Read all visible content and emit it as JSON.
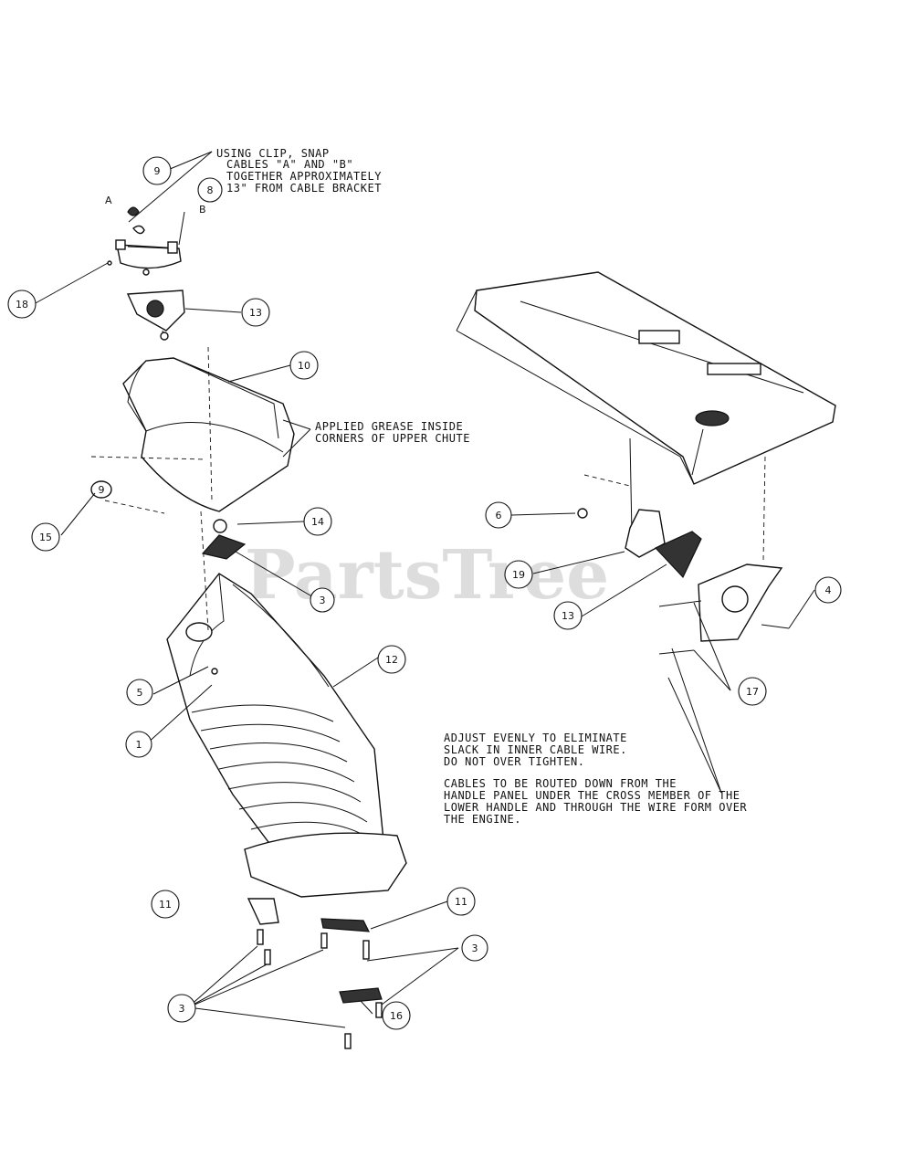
{
  "watermark": "PartsTree",
  "notes": {
    "cable_clip": [
      "USING CLIP, SNAP",
      "CABLES \"A\" AND \"B\"",
      "TOGETHER APPROXIMATELY",
      "13\" FROM CABLE BRACKET"
    ],
    "grease": [
      "APPLIED GREASE INSIDE",
      "CORNERS OF UPPER CHUTE"
    ],
    "adjust": [
      "ADJUST EVENLY TO ELIMINATE",
      "SLACK IN INNER CABLE WIRE.",
      "DO NOT OVER TIGHTEN."
    ],
    "routing": [
      "CABLES TO BE ROUTED DOWN FROM THE",
      "HANDLE PANEL UNDER THE CROSS MEMBER OF THE",
      "LOWER HANDLE AND THROUGH THE WIRE FORM OVER",
      "THE ENGINE."
    ]
  },
  "small_labels": {
    "a": "A",
    "b": "B"
  },
  "callouts": [
    {
      "id": "c-9a",
      "label": "9"
    },
    {
      "id": "c-8",
      "label": "8"
    },
    {
      "id": "c-18",
      "label": "18"
    },
    {
      "id": "c-13top",
      "label": "13"
    },
    {
      "id": "c-10",
      "label": "10"
    },
    {
      "id": "c-9b",
      "label": "9"
    },
    {
      "id": "c-15",
      "label": "15"
    },
    {
      "id": "c-14",
      "label": "14"
    },
    {
      "id": "c-3a",
      "label": "3"
    },
    {
      "id": "c-6",
      "label": "6"
    },
    {
      "id": "c-19",
      "label": "19"
    },
    {
      "id": "c-13b",
      "label": "13"
    },
    {
      "id": "c-4",
      "label": "4"
    },
    {
      "id": "c-17",
      "label": "17"
    },
    {
      "id": "c-5",
      "label": "5"
    },
    {
      "id": "c-1",
      "label": "1"
    },
    {
      "id": "c-12",
      "label": "12"
    },
    {
      "id": "c-11a",
      "label": "11"
    },
    {
      "id": "c-11b",
      "label": "11"
    },
    {
      "id": "c-3b",
      "label": "3"
    },
    {
      "id": "c-3c",
      "label": "3"
    },
    {
      "id": "c-16",
      "label": "16"
    }
  ]
}
